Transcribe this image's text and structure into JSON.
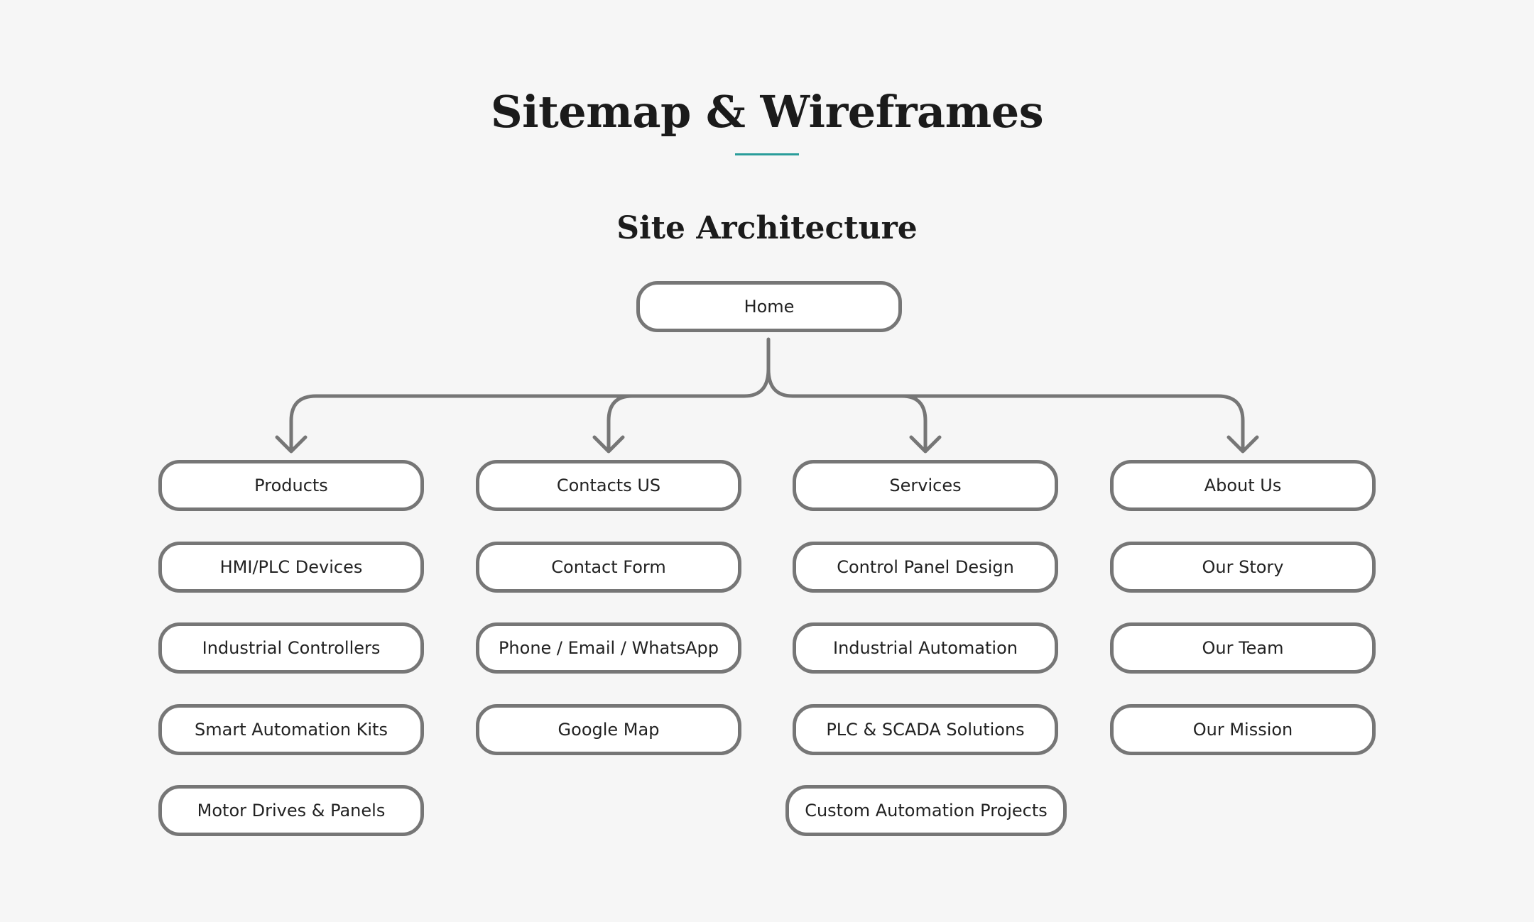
{
  "header": {
    "title": "Sitemap & Wireframes",
    "subtitle": "Site Architecture"
  },
  "colors": {
    "background": "#f6f6f6",
    "accent": "#2a9d9a",
    "node_border": "#767676",
    "node_fill": "#ffffff",
    "text": "#1b1b1b"
  },
  "sitemap": {
    "root": "Home",
    "sections": [
      {
        "label": "Products",
        "children": [
          "HMI/PLC Devices",
          "Industrial Controllers",
          "Smart Automation Kits",
          "Motor Drives & Panels"
        ]
      },
      {
        "label": "Contacts US",
        "children": [
          "Contact Form",
          "Phone / Email / WhatsApp",
          "Google Map"
        ]
      },
      {
        "label": "Services",
        "children": [
          "Control Panel Design",
          "Industrial Automation",
          "PLC & SCADA Solutions",
          "Custom Automation Projects"
        ]
      },
      {
        "label": "About Us",
        "children": [
          "Our Story",
          "Our Team",
          "Our Mission"
        ]
      }
    ]
  }
}
